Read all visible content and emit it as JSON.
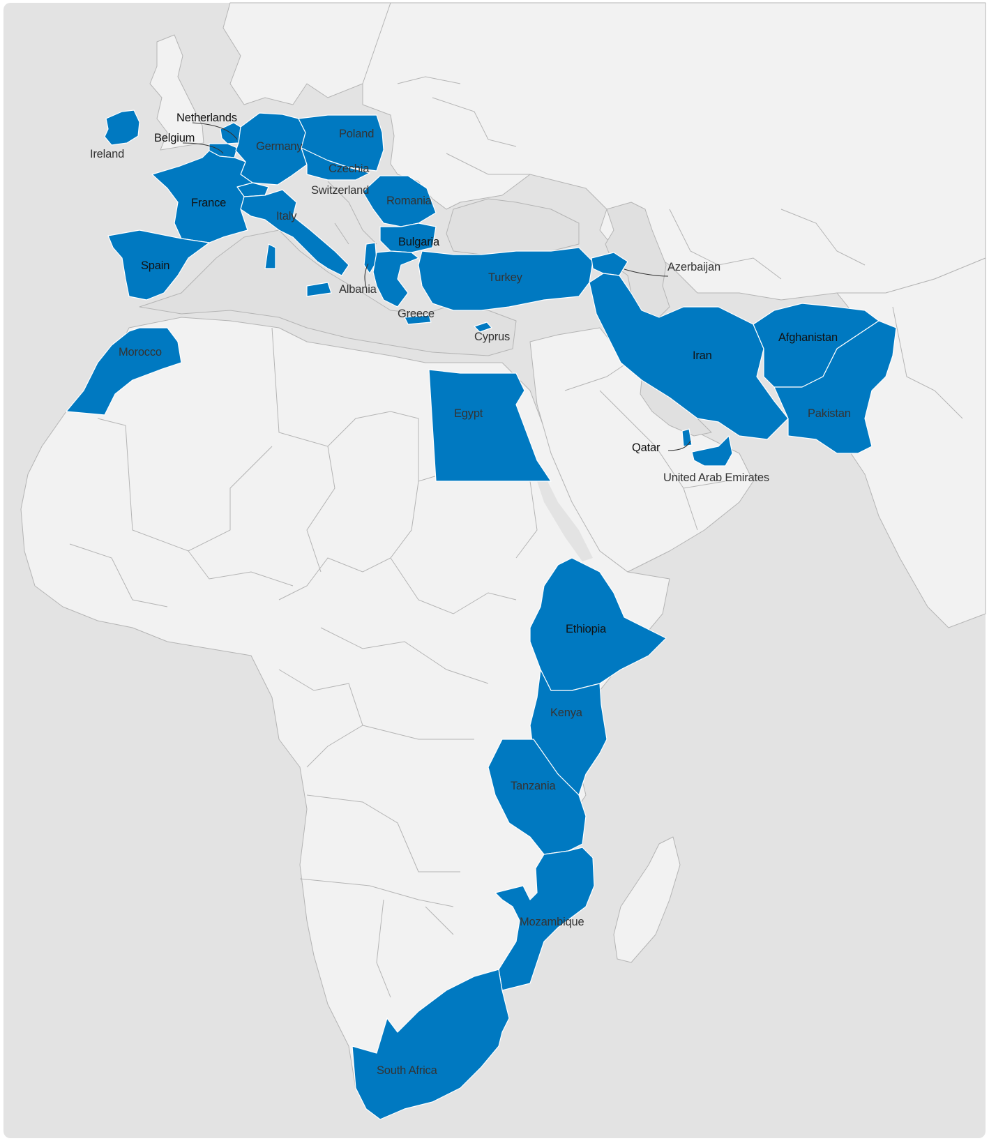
{
  "map": {
    "highlight_color": "#0079c1",
    "land_color": "#f2f2f2",
    "water_color": "#e3e3e3",
    "other_region_color": "#e0e0e0",
    "highlighted_countries": [
      "Ireland",
      "Netherlands",
      "Belgium",
      "Germany",
      "Poland",
      "Czechia",
      "Switzerland",
      "France",
      "Italy",
      "Spain",
      "Romania",
      "Bulgaria",
      "Albania",
      "Greece",
      "Turkey",
      "Cyprus",
      "Azerbaijan",
      "Iran",
      "Afghanistan",
      "Pakistan",
      "Qatar",
      "United Arab Emirates",
      "Morocco",
      "Egypt",
      "Ethiopia",
      "Kenya",
      "Tanzania",
      "Mozambique",
      "South Africa"
    ],
    "labels": {
      "ireland": "Ireland",
      "netherlands": "Netherlands",
      "belgium": "Belgium",
      "germany": "Germany",
      "poland": "Poland",
      "czechia": "Czechia",
      "switzerland": "Switzerland",
      "france": "France",
      "italy": "Italy",
      "spain": "Spain",
      "romania": "Romania",
      "bulgaria": "Bulgaria",
      "albania": "Albania",
      "greece": "Greece",
      "turkey": "Turkey",
      "cyprus": "Cyprus",
      "azerbaijan": "Azerbaijan",
      "iran": "Iran",
      "afghanistan": "Afghanistan",
      "pakistan": "Pakistan",
      "qatar": "Qatar",
      "uae": "United Arab Emirates",
      "morocco": "Morocco",
      "egypt": "Egypt",
      "ethiopia": "Ethiopia",
      "kenya": "Kenya",
      "tanzania": "Tanzania",
      "mozambique": "Mozambique",
      "south_africa": "South Africa"
    }
  }
}
